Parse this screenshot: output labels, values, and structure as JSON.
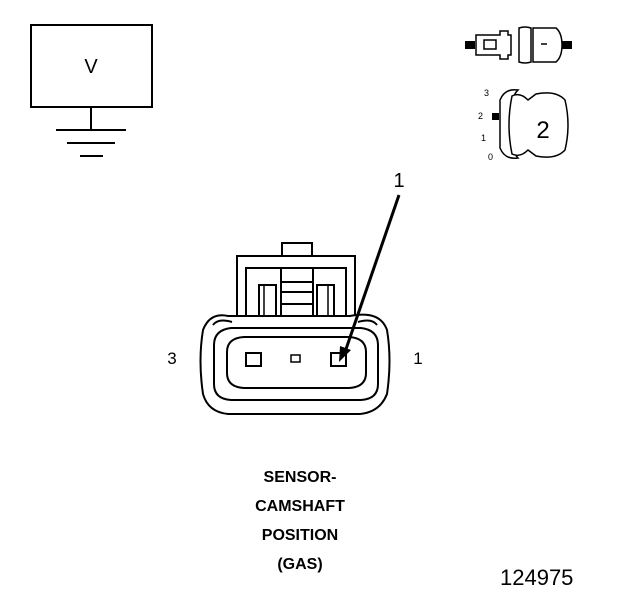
{
  "voltmeter": {
    "symbol": "V"
  },
  "connector_icon": {
    "scale": [
      "3",
      "2",
      "1",
      "0"
    ],
    "number": "2"
  },
  "callout": {
    "number": "1"
  },
  "pins": {
    "left": "3",
    "right": "1"
  },
  "caption": {
    "lines": [
      "SENSOR-",
      "CAMSHAFT",
      "POSITION",
      "(GAS)"
    ]
  },
  "figure_number": "124975"
}
